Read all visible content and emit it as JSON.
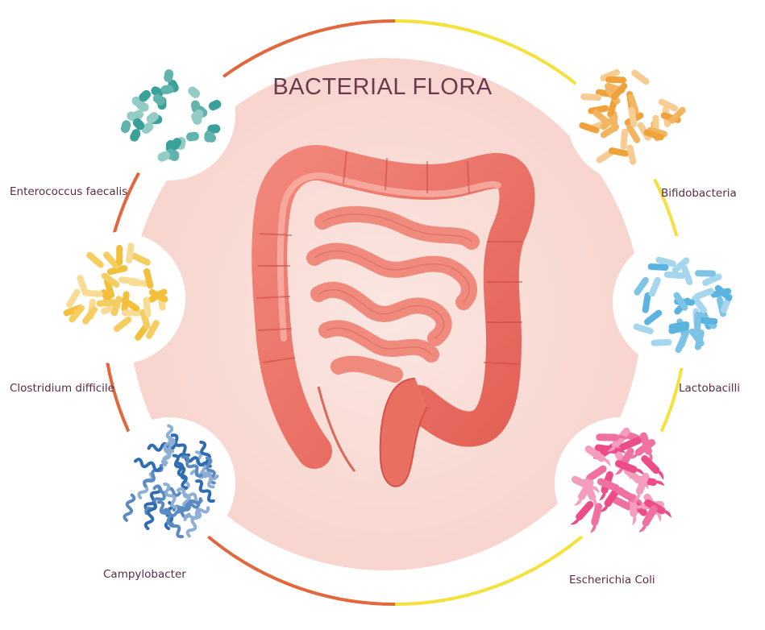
{
  "diagram": {
    "title": "BACTERIAL FLORA",
    "center_illustration": "intestines-illustration",
    "colors": {
      "ring_left": "#e2673d",
      "ring_right": "#f4e13c",
      "center_fill": "#f9dcd6",
      "intestine": "#ee7a6e",
      "label_text": "#5a2c45"
    },
    "bacteria": [
      {
        "label": "Enterococcus faecalis",
        "icon": "enterococcus-icon",
        "color": "#3aa19a"
      },
      {
        "label": "Clostridium difficile",
        "icon": "clostridium-icon",
        "color": "#f2c03a"
      },
      {
        "label": "Campylobacter",
        "icon": "campylobacter-icon",
        "color": "#2f6db3"
      },
      {
        "label": "Bifidobacteria",
        "icon": "bifidobacteria-icon",
        "color": "#f0a23a"
      },
      {
        "label": "Lactobacilli",
        "icon": "lactobacilli-icon",
        "color": "#5bb4e0"
      },
      {
        "label": "Escherichia Coli",
        "icon": "escherichia-coli-icon",
        "color": "#ec4d8a"
      }
    ]
  }
}
